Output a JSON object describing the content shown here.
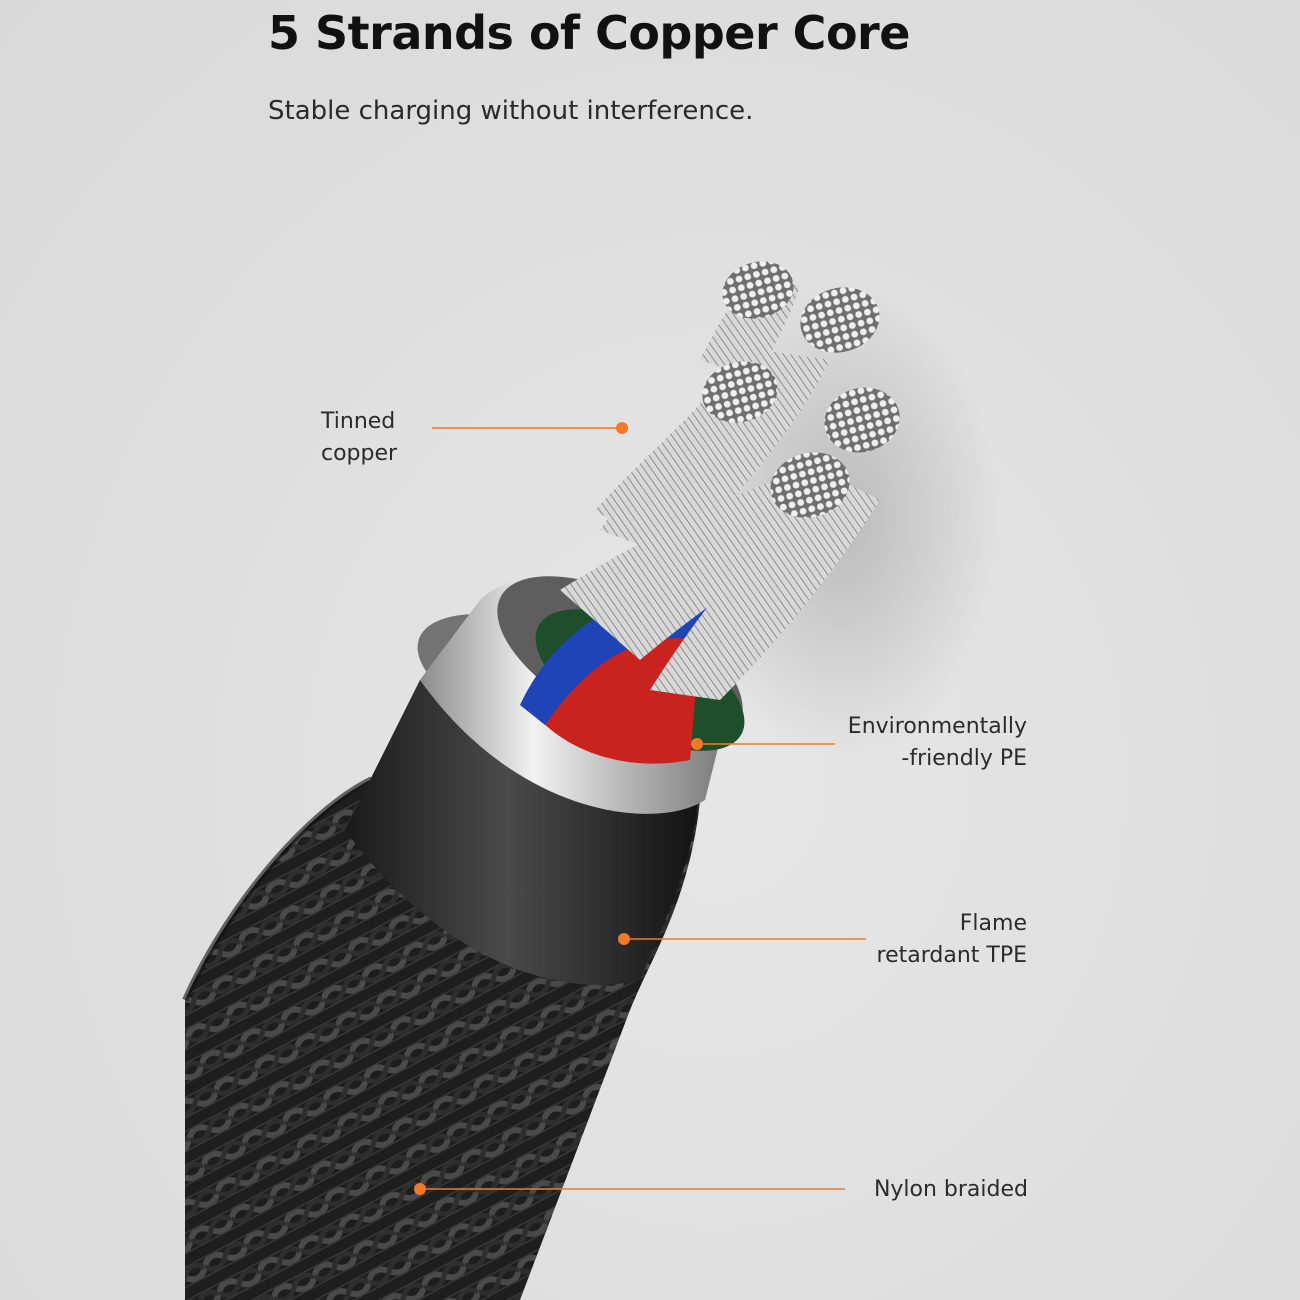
{
  "headline": "5 Strands of Copper Core",
  "subline": "Stable charging without interference.",
  "accent_color": "#f07a2a",
  "callouts": {
    "tinned_copper": {
      "line1": "Tinned",
      "line2": "copper"
    },
    "pe": {
      "line1": "Environmentally",
      "line2": "-friendly PE"
    },
    "tpe": {
      "line1": "Flame",
      "line2": "retardant TPE"
    },
    "nylon": {
      "line1": "Nylon braided"
    }
  }
}
